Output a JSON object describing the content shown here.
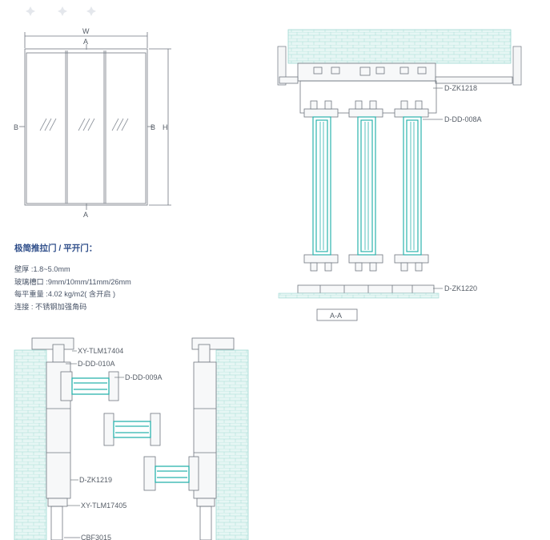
{
  "elevation": {
    "width_label": "W",
    "height_label": "H",
    "section_top": "A",
    "section_bottom": "A",
    "section_left": "B",
    "section_right": "B"
  },
  "spec": {
    "title": "极简推拉门 / 平开门：",
    "lines": [
      "壁厚 :1.8~5.0mm",
      "玻璃槽口 :9mm/10mm/11mm/26mm",
      "每平重量 :4.02 kg/m2( 含开启 )",
      "连接 : 不锈钢加强角码"
    ]
  },
  "section_aa": {
    "labels": [
      "D-ZK1218",
      "D-DD-008A",
      "D-ZK1220"
    ],
    "caption": "A-A"
  },
  "section_bb": {
    "labels": [
      "XY-TLM17404",
      "D-DD-010A",
      "D-DD-009A",
      "D-ZK1219",
      "XY-TLM17405",
      "CBF3015"
    ]
  },
  "colors": {
    "line": "#6b7280",
    "wall": "#e3f5f3",
    "wall_line": "#9fd8d3",
    "glass": "#2bb3ad"
  }
}
